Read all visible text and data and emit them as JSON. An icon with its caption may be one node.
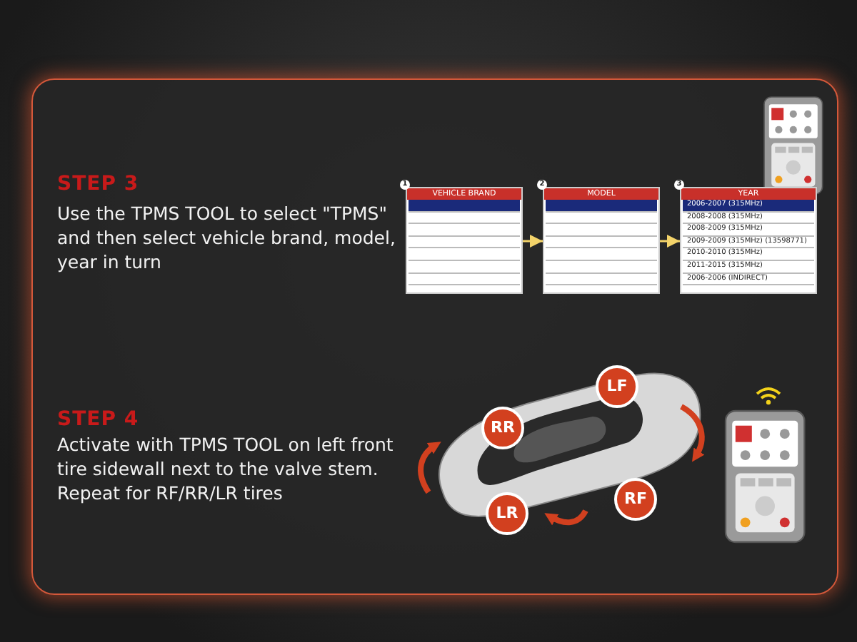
{
  "diagram": {
    "nodes": [
      {
        "text": [
          "VEHICLE BRAND"
        ],
        "beside": [
          "1"
        ]
      },
      {
        "text": [
          "MODEL"
        ],
        "beside": [
          "2"
        ]
      },
      {
        "text": [
          "YEAR",
          "2006-2007 (315MHz)",
          "2008-2008 (315MHz)",
          "2008-2009 (315MHz)",
          "2009-2009 (315MHz) (13598771)",
          "2010-2010 (315MHz)",
          "2011-2015 (315MHz)",
          "2006-2006 (INDIRECT)"
        ],
        "beside": [
          "3"
        ]
      }
    ],
    "edges": [
      {
        "from": 0,
        "to": 1,
        "arrow": "to"
      },
      {
        "from": 1,
        "to": 2,
        "arrow": "to"
      }
    ],
    "labels": [
      "STEP 3",
      "Use the TPMS TOOL to select \"TPMS\" and then select vehicle brand, model, year in turn",
      "STEP 4",
      "Activate with TPMS TOOL on left front tire sidewall next to the valve stem. Repeat for RF/RR/LR tires",
      "RR",
      "LF",
      "RF",
      "LR"
    ]
  }
}
